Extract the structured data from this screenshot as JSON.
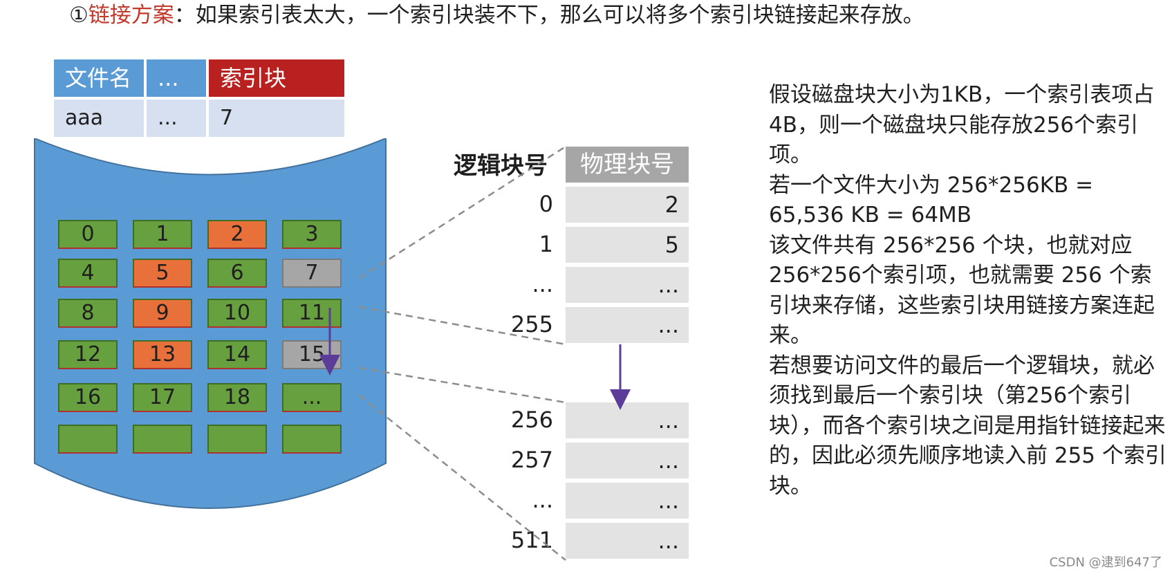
{
  "title": {
    "circle": "①",
    "highlight": "链接方案",
    "rest": "：如果索引表太大，一个索引块装不下，那么可以将多个索引块链接起来存放。"
  },
  "file_table": {
    "headers": [
      "文件名",
      "...",
      "索引块"
    ],
    "row": [
      "aaa",
      "...",
      "7"
    ]
  },
  "disk_blocks": [
    {
      "label": "0",
      "color": "green"
    },
    {
      "label": "1",
      "color": "green"
    },
    {
      "label": "2",
      "color": "orange"
    },
    {
      "label": "3",
      "color": "green"
    },
    {
      "label": "4",
      "color": "green"
    },
    {
      "label": "5",
      "color": "orange"
    },
    {
      "label": "6",
      "color": "green"
    },
    {
      "label": "7",
      "color": "gray"
    },
    {
      "label": "8",
      "color": "green"
    },
    {
      "label": "9",
      "color": "orange"
    },
    {
      "label": "10",
      "color": "green"
    },
    {
      "label": "11",
      "color": "green"
    },
    {
      "label": "12",
      "color": "green"
    },
    {
      "label": "13",
      "color": "orange"
    },
    {
      "label": "14",
      "color": "green"
    },
    {
      "label": "15",
      "color": "gray"
    },
    {
      "label": "16",
      "color": "green"
    },
    {
      "label": "17",
      "color": "green"
    },
    {
      "label": "18",
      "color": "green"
    },
    {
      "label": "...",
      "color": "green"
    },
    {
      "label": "",
      "color": "green"
    },
    {
      "label": "",
      "color": "green"
    },
    {
      "label": "",
      "color": "green"
    },
    {
      "label": "",
      "color": "green"
    }
  ],
  "index_block_1": {
    "header_logic": "逻辑块号",
    "header_phys": "物理块号",
    "rows": [
      {
        "logic": "0",
        "phys": "2"
      },
      {
        "logic": "1",
        "phys": "5"
      },
      {
        "logic": "...",
        "phys": "..."
      },
      {
        "logic": "255",
        "phys": "..."
      }
    ]
  },
  "index_block_2": {
    "rows": [
      {
        "logic": "256",
        "phys": "..."
      },
      {
        "logic": "257",
        "phys": "..."
      },
      {
        "logic": "...",
        "phys": "..."
      },
      {
        "logic": "511",
        "phys": "..."
      }
    ]
  },
  "explanation": [
    "假设磁盘块大小为1KB，一个索引表项占4B，则一个磁盘块只能存放256个索引项。",
    "若一个文件大小为 256*256KB = 65,536 KB = 64MB",
    "该文件共有 256*256 个块，也就对应256*256个索引项，也就需要 256 个索引块来存储，这些索引块用链接方案连起来。",
    "若想要访问文件的最后一个逻辑块，就必须找到最后一个索引块（第256个索引块），而各个索引块之间是用指针链接起来的，因此必须先顺序地读入前 255 个索引块。"
  ],
  "watermark": "CSDN @逮到647了",
  "colors": {
    "disk": "#5b9bd5",
    "green_block": "#67a03e",
    "orange_block": "#e8703a",
    "gray_block": "#a6a6a6",
    "arrow": "#5b3c99",
    "title_highlight": "#c0392b"
  }
}
